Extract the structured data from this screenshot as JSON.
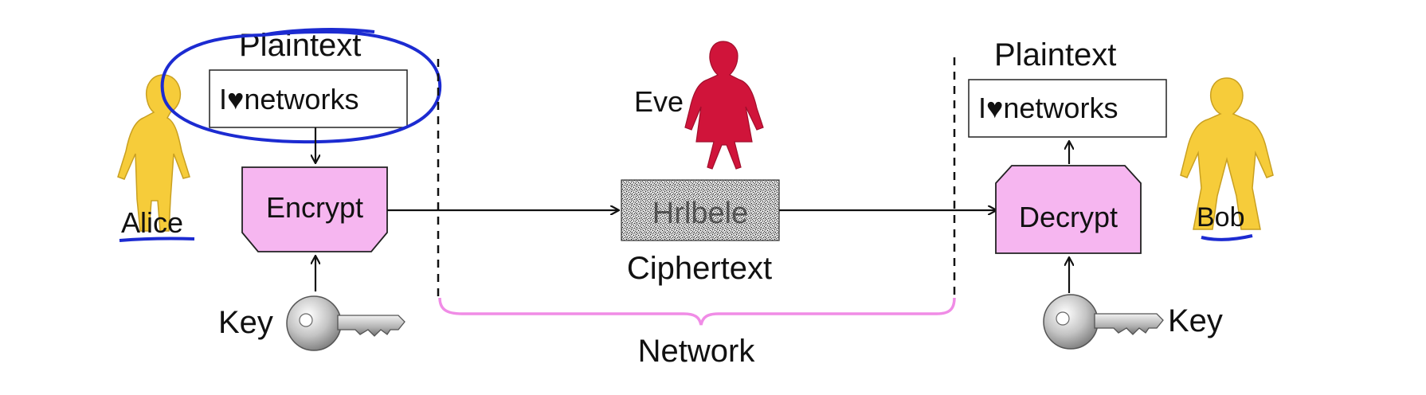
{
  "alice": {
    "name": "Alice"
  },
  "bob": {
    "name": "Bob"
  },
  "eve": {
    "name": "Eve"
  },
  "left": {
    "plaintext_title": "Plaintext",
    "plaintext_value": {
      "pre": "I",
      "heart": "♥",
      "post": "networks"
    },
    "encrypt_label": "Encrypt",
    "key_label": "Key"
  },
  "right": {
    "plaintext_title": "Plaintext",
    "plaintext_value": {
      "pre": "I",
      "heart": "♥",
      "post": "networks"
    },
    "decrypt_label": "Decrypt",
    "key_label": "Key"
  },
  "middle": {
    "ciphertext_label": "Ciphertext",
    "ciphertext_scrambled": "Hrlbele",
    "network_label": "Network"
  },
  "colors": {
    "person": "#f6cc3a",
    "person_outline": "#c9a021",
    "eve": "#d0143a",
    "box_fill": "#f6b6f0",
    "brace": "#f08ce6",
    "annotation": "#1c2bd1",
    "key": "#b8b8b8"
  }
}
